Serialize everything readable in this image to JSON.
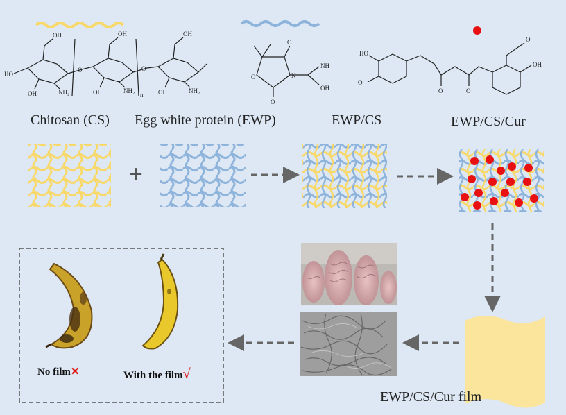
{
  "labels": {
    "chitosan": "Chitosan (CS)",
    "ewp": "Egg white protein (EWP)",
    "ewp_cs": "EWP/CS",
    "ewp_cs_cur": "EWP/CS/Cur",
    "film": "EWP/CS/Cur film",
    "no_film": "No film",
    "no_film_mark": "✕",
    "with_film": "With the film",
    "with_film_mark": "√",
    "plus": "+"
  },
  "structure_atoms": {
    "ho": "HO",
    "oh": "OH",
    "nh2": "NH₂",
    "o": "O",
    "nh": "NH",
    "n": "N",
    "n_sub": "n"
  },
  "colors": {
    "background": "#dde8f4",
    "chitosan_yellow": "#f9d86a",
    "protein_blue": "#8fb4dc",
    "curcumin_red": "#e81010",
    "arrow_gray": "#666666",
    "film_yellow": "#fbe59c"
  }
}
